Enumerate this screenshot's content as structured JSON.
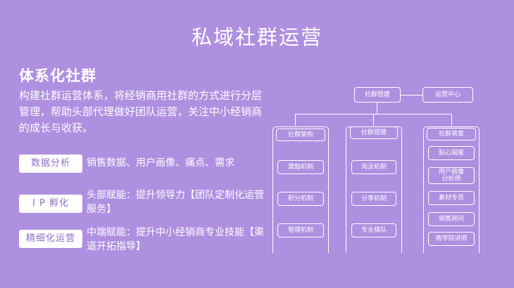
{
  "main_title": "私域社群运营",
  "section_title": "体系化社群",
  "intro": "构建社群运营体系，将经销商用社群的方式进行分层管理，帮助头部代理做好团队运营，关注中小经销商的成长与收获。",
  "tags": [
    {
      "label": "数据分析",
      "desc": "销售数据、用户画像、痛点、需求"
    },
    {
      "label": "I P 孵化",
      "desc": "头部赋能：提升领导力【团队定制化运营服务】"
    },
    {
      "label": "精细化运营",
      "desc": "中端赋能：提升中小经销商专业技能【渠道开拓指导】"
    }
  ],
  "diagram": {
    "root": "社群搭建",
    "side": "运营中心",
    "columns": [
      {
        "title": "社群架构",
        "items": [
          "激励机制",
          "积分机制",
          "管理机制"
        ]
      },
      {
        "title": "社群搭建",
        "items": [
          "淘汰机制",
          "分享机制",
          "专业梯队"
        ]
      },
      {
        "title": "社群管家",
        "items": [
          "贴心闺蜜",
          "用户画像\n分析师",
          "素材专员",
          "销售顾问",
          "商学院讲师"
        ]
      }
    ]
  }
}
